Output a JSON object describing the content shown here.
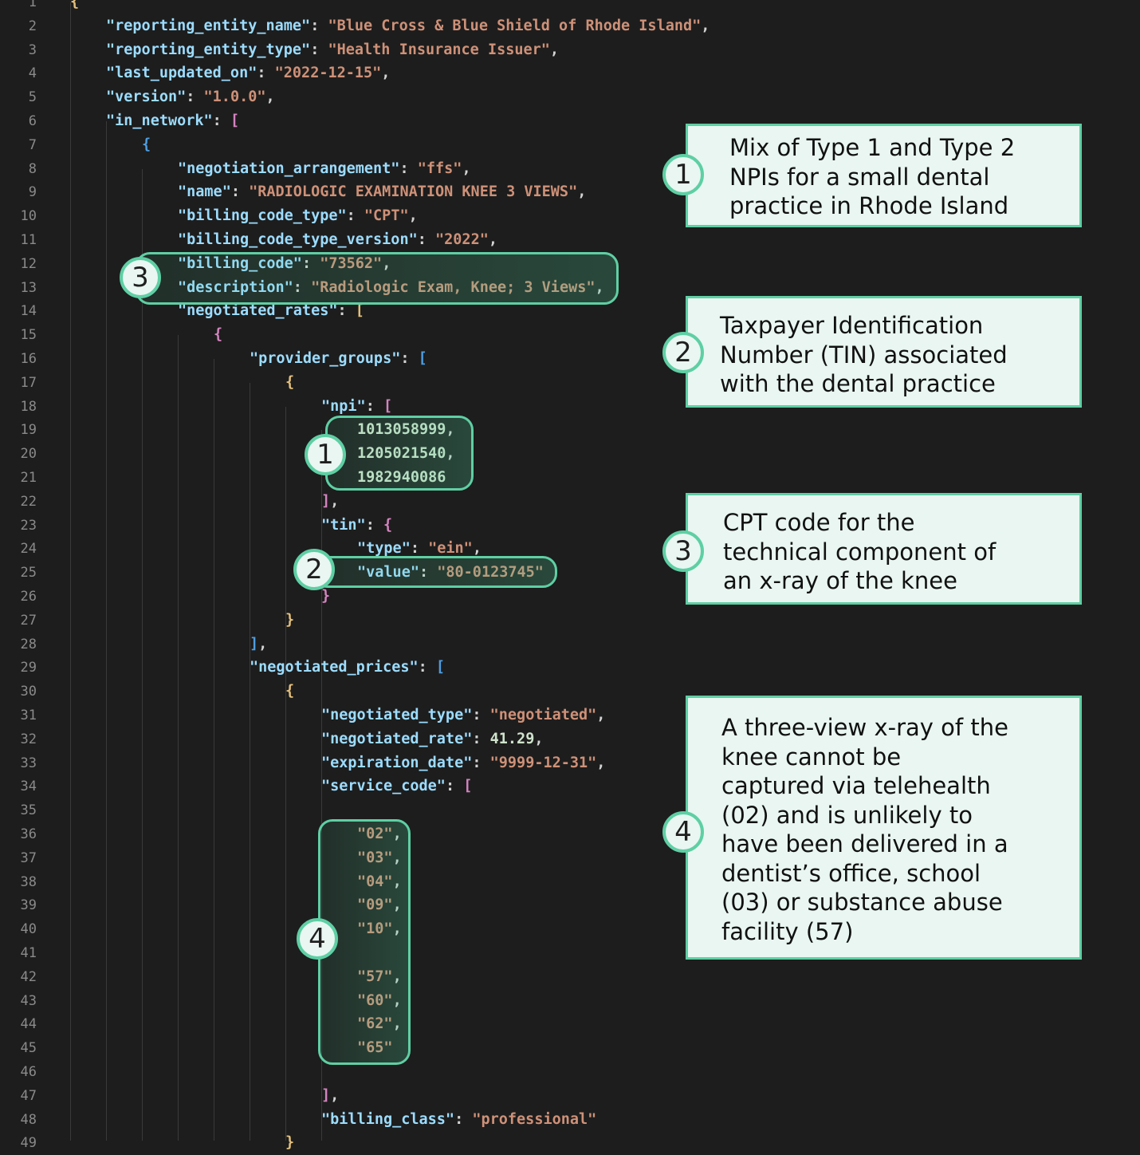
{
  "editor": {
    "line_numbers": [
      "1",
      "2",
      "3",
      "4",
      "5",
      "6",
      "7",
      "8",
      "9",
      "10",
      "11",
      "12",
      "13",
      "14",
      "15",
      "16",
      "17",
      "18",
      "19",
      "20",
      "21",
      "22",
      "23",
      "24",
      "25",
      "26",
      "27",
      "28",
      "29",
      "30",
      "31",
      "32",
      "33",
      "34",
      "35",
      "36",
      "37",
      "38",
      "39",
      "40",
      "41",
      "42",
      "43",
      "44",
      "45",
      "46",
      "47",
      "48",
      "49"
    ],
    "lines": [
      [
        [
          "{",
          "b1"
        ]
      ],
      [
        [
          "\"reporting_entity_name\"",
          "k"
        ],
        [
          ": ",
          "p"
        ],
        [
          "\"Blue Cross & Blue Shield of Rhode Island\"",
          "s"
        ],
        [
          ",",
          "p"
        ]
      ],
      [
        [
          "\"reporting_entity_type\"",
          "k"
        ],
        [
          ": ",
          "p"
        ],
        [
          "\"Health Insurance Issuer\"",
          "s"
        ],
        [
          ",",
          "p"
        ]
      ],
      [
        [
          "\"last_updated_on\"",
          "k"
        ],
        [
          ": ",
          "p"
        ],
        [
          "\"2022-12-15\"",
          "s"
        ],
        [
          ",",
          "p"
        ]
      ],
      [
        [
          "\"version\"",
          "k"
        ],
        [
          ": ",
          "p"
        ],
        [
          "\"1.0.0\"",
          "s"
        ],
        [
          ",",
          "p"
        ]
      ],
      [
        [
          "\"in_network\"",
          "k"
        ],
        [
          ": ",
          "p"
        ],
        [
          "[",
          "b2"
        ]
      ],
      [
        [
          "{",
          "b3"
        ]
      ],
      [
        [
          "\"negotiation_arrangement\"",
          "k"
        ],
        [
          ": ",
          "p"
        ],
        [
          "\"ffs\"",
          "s"
        ],
        [
          ",",
          "p"
        ]
      ],
      [
        [
          "\"name\"",
          "k"
        ],
        [
          ": ",
          "p"
        ],
        [
          "\"RADIOLOGIC EXAMINATION KNEE 3 VIEWS\"",
          "s"
        ],
        [
          ",",
          "p"
        ]
      ],
      [
        [
          "\"billing_code_type\"",
          "k"
        ],
        [
          ": ",
          "p"
        ],
        [
          "\"CPT\"",
          "s"
        ],
        [
          ",",
          "p"
        ]
      ],
      [
        [
          "\"billing_code_type_version\"",
          "k"
        ],
        [
          ": ",
          "p"
        ],
        [
          "\"2022\"",
          "s"
        ],
        [
          ",",
          "p"
        ]
      ],
      [
        [
          "\"billing_code\"",
          "k"
        ],
        [
          ": ",
          "p"
        ],
        [
          "\"73562\"",
          "s"
        ],
        [
          ",",
          "p"
        ]
      ],
      [
        [
          "\"description\"",
          "k"
        ],
        [
          ": ",
          "p"
        ],
        [
          "\"Radiologic Exam, Knee; 3 Views\"",
          "s"
        ],
        [
          ",",
          "p"
        ]
      ],
      [
        [
          "\"negotiated_rates\"",
          "k"
        ],
        [
          ": ",
          "p"
        ],
        [
          "[",
          "b1"
        ]
      ],
      [
        [
          "{",
          "b2"
        ]
      ],
      [
        [
          "\"provider_groups\"",
          "k"
        ],
        [
          ": ",
          "p"
        ],
        [
          "[",
          "b3"
        ]
      ],
      [
        [
          "{",
          "b1"
        ]
      ],
      [
        [
          "\"npi\"",
          "k"
        ],
        [
          ": ",
          "p"
        ],
        [
          "[",
          "b2"
        ]
      ],
      [
        [
          "1013058999",
          "n"
        ],
        [
          ",",
          "p"
        ]
      ],
      [
        [
          "1205021540",
          "n"
        ],
        [
          ",",
          "p"
        ]
      ],
      [
        [
          "1982940086",
          "n"
        ]
      ],
      [
        [
          "]",
          "b2"
        ],
        [
          ",",
          "p"
        ]
      ],
      [
        [
          "\"tin\"",
          "k"
        ],
        [
          ": ",
          "p"
        ],
        [
          "{",
          "b2"
        ]
      ],
      [
        [
          "\"type\"",
          "k"
        ],
        [
          ": ",
          "p"
        ],
        [
          "\"ein\"",
          "s"
        ],
        [
          ",",
          "p"
        ]
      ],
      [
        [
          "\"value\"",
          "k"
        ],
        [
          ": ",
          "p"
        ],
        [
          "\"80-0123745\"",
          "s"
        ]
      ],
      [
        [
          "}",
          "b2"
        ]
      ],
      [
        [
          "}",
          "b1"
        ]
      ],
      [
        [
          "]",
          "b3"
        ],
        [
          ",",
          "p"
        ]
      ],
      [
        [
          "\"negotiated_prices\"",
          "k"
        ],
        [
          ": ",
          "p"
        ],
        [
          "[",
          "b3"
        ]
      ],
      [
        [
          "{",
          "b1"
        ]
      ],
      [
        [
          "\"negotiated_type\"",
          "k"
        ],
        [
          ": ",
          "p"
        ],
        [
          "\"negotiated\"",
          "s"
        ],
        [
          ",",
          "p"
        ]
      ],
      [
        [
          "\"negotiated_rate\"",
          "k"
        ],
        [
          ": ",
          "p"
        ],
        [
          "41.29",
          "n"
        ],
        [
          ",",
          "p"
        ]
      ],
      [
        [
          "\"expiration_date\"",
          "k"
        ],
        [
          ": ",
          "p"
        ],
        [
          "\"9999-12-31\"",
          "s"
        ],
        [
          ",",
          "p"
        ]
      ],
      [
        [
          "\"service_code\"",
          "k"
        ],
        [
          ": ",
          "p"
        ],
        [
          "[",
          "b2"
        ]
      ],
      [],
      [
        [
          "\"02\"",
          "s"
        ],
        [
          ",",
          "p"
        ]
      ],
      [
        [
          "\"03\"",
          "s"
        ],
        [
          ",",
          "p"
        ]
      ],
      [
        [
          "\"04\"",
          "s"
        ],
        [
          ",",
          "p"
        ]
      ],
      [
        [
          "\"09\"",
          "s"
        ],
        [
          ",",
          "p"
        ]
      ],
      [
        [
          "\"10\"",
          "s"
        ],
        [
          ",",
          "p"
        ]
      ],
      [],
      [
        [
          "\"57\"",
          "s"
        ],
        [
          ",",
          "p"
        ]
      ],
      [
        [
          "\"60\"",
          "s"
        ],
        [
          ",",
          "p"
        ]
      ],
      [
        [
          "\"62\"",
          "s"
        ],
        [
          ",",
          "p"
        ]
      ],
      [
        [
          "\"65\"",
          "s"
        ]
      ],
      [],
      [
        [
          "]",
          "b2"
        ],
        [
          ",",
          "p"
        ]
      ],
      [
        [
          "\"billing_class\"",
          "k"
        ],
        [
          ": ",
          "p"
        ],
        [
          "\"professional\"",
          "s"
        ]
      ],
      [
        [
          "}",
          "b1"
        ]
      ]
    ]
  },
  "markers": {
    "m1": "1",
    "m2": "2",
    "m3": "3",
    "m4": "4"
  },
  "callouts": [
    {
      "number": "1",
      "lines": [
        "Mix of Type 1 and Type 2",
        "NPIs for a small dental",
        "practice in Rhode Island"
      ]
    },
    {
      "number": "2",
      "lines": [
        "Taxpayer Identification",
        "Number (TIN) associated",
        "with the dental practice"
      ]
    },
    {
      "number": "3",
      "lines": [
        "CPT code for the",
        "technical component of",
        "an x-ray of the knee"
      ]
    },
    {
      "number": "4",
      "lines": [
        "A three-view x-ray of the",
        "knee cannot be",
        "captured via telehealth",
        "(02) and is unlikely to",
        "have been delivered in a",
        "dentist’s office, school",
        "(03) or substance abuse",
        "facility (57)"
      ]
    }
  ],
  "colors": {
    "accent": "#5ecfa4",
    "callout_bg": "#e9f6f1",
    "editor_bg": "#1d1d1d"
  }
}
